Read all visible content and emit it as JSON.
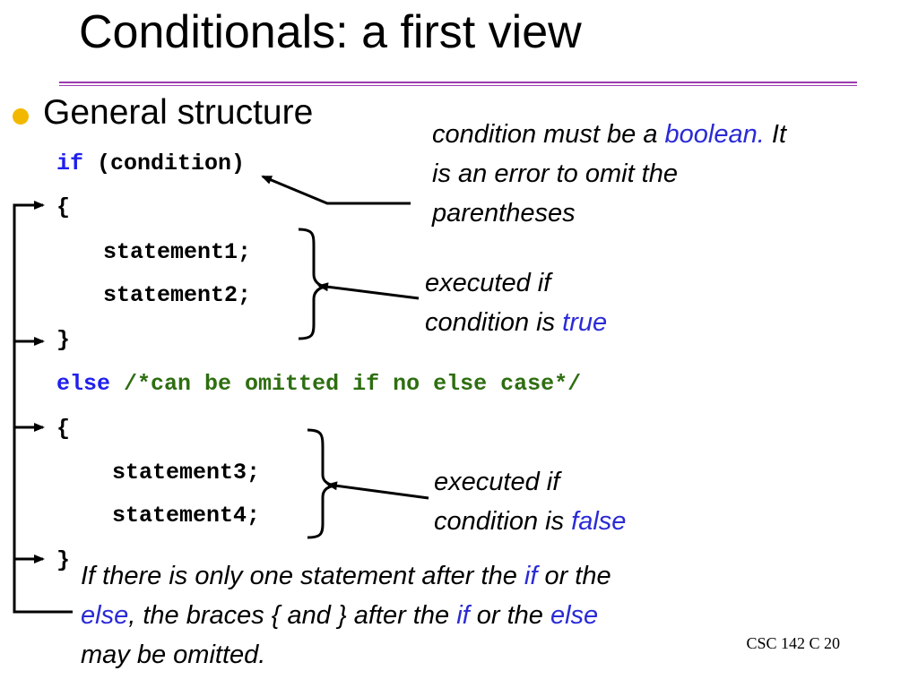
{
  "slide": {
    "title": "Conditionals: a first view",
    "heading": "General structure",
    "footer": "CSC 142 C 20"
  },
  "code": {
    "if_keyword": "if",
    "if_condition": "(condition)",
    "open_brace_1": "{",
    "statement1": "statement1;",
    "statement2": "statement2;",
    "close_brace_1": "}",
    "else_keyword": "else",
    "else_comment": "/*can be omitted if no else case*/",
    "open_brace_2": "{",
    "statement3": "statement3;",
    "statement4": "statement4;",
    "close_brace_2": "}"
  },
  "notes": {
    "condition": {
      "line1_pre": "condition must be a ",
      "line1_hl": "boolean.",
      "line1_post": " It",
      "line2": "is an error to omit the",
      "line3": "parentheses"
    },
    "true_branch": {
      "line1": "executed if",
      "line2_pre": "condition is ",
      "line2_hl": "true"
    },
    "false_branch": {
      "line1": "executed if",
      "line2_pre": "condition is ",
      "line2_hl": "false"
    },
    "braces": {
      "l1_a": "If there is only one statement after the ",
      "l1_if": "if",
      "l1_b": " or the",
      "l2_else": "else",
      "l2_a": ", the braces { and } after the ",
      "l2_if": "if",
      "l2_b": " or the ",
      "l2_else2": "else",
      "l3": "may be omitted."
    }
  },
  "colors": {
    "keyword": "#2020ee",
    "comment": "#2e6e10",
    "highlight": "#2a2ad6",
    "title_rule": "#9d3bb0",
    "bullet": "#f2b800"
  }
}
